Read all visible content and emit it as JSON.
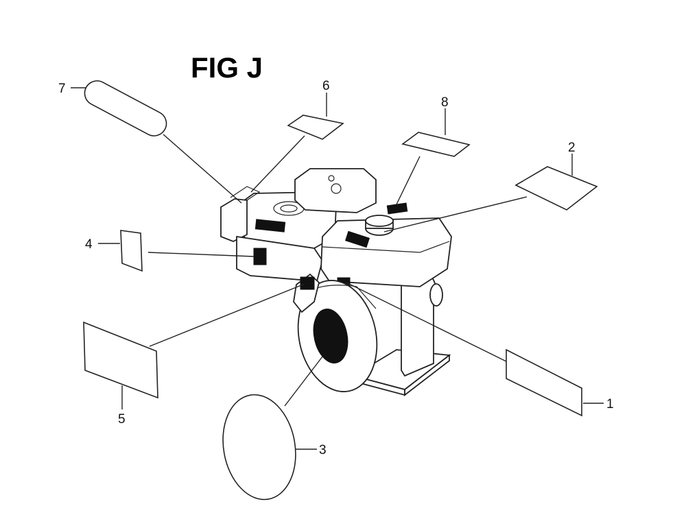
{
  "figure": {
    "title": "FIG J",
    "callouts": [
      "1",
      "2",
      "3",
      "4",
      "5",
      "6",
      "7",
      "8"
    ]
  }
}
